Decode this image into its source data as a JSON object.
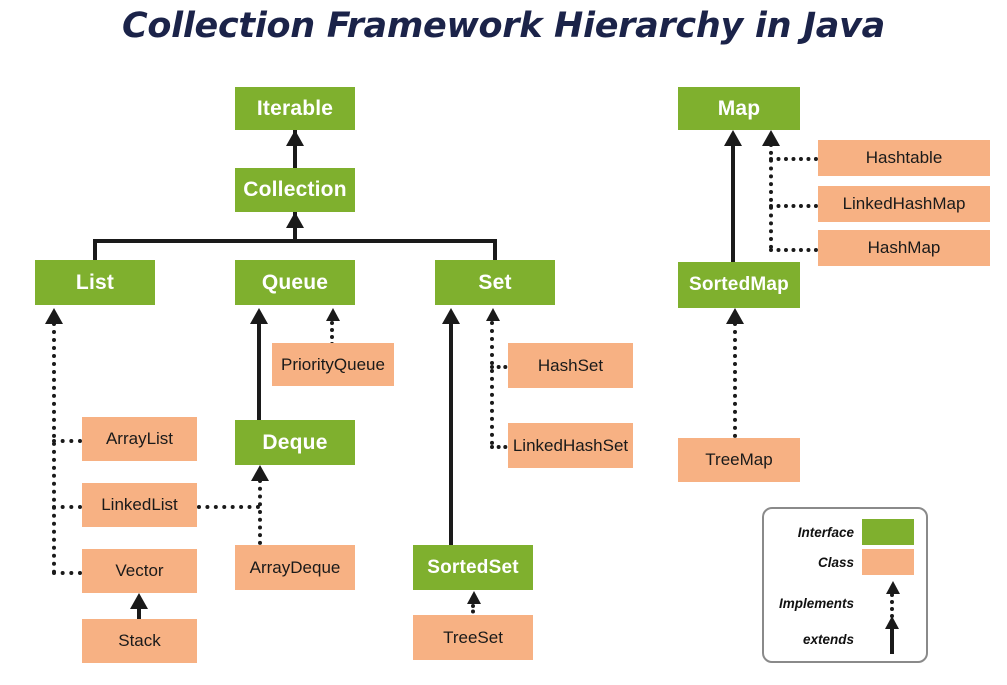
{
  "title": "Collection Framework Hierarchy in Java",
  "colors": {
    "interface": "#7fb02e",
    "class": "#f7b183",
    "title": "#1b2349",
    "line": "#1a1a1a",
    "legend_border": "#8a8a8a",
    "background": "#ffffff"
  },
  "nodes": {
    "iterable": "Iterable",
    "collection": "Collection",
    "list": "List",
    "queue": "Queue",
    "set": "Set",
    "map": "Map",
    "sortedmap": "SortedMap",
    "deque": "Deque",
    "sortedset": "SortedSet",
    "arraylist": "ArrayList",
    "linkedlist": "LinkedList",
    "vector": "Vector",
    "stack": "Stack",
    "priorityqueue": "PriorityQueue",
    "arraydeque": "ArrayDeque",
    "hashset": "HashSet",
    "linkedhashset": "LinkedHashSet",
    "treeset": "TreeSet",
    "hashtable": "Hashtable",
    "linkedhashmap": "LinkedHashMap",
    "hashmap": "HashMap",
    "treemap": "TreeMap"
  },
  "legend": {
    "interface_label": "Interface",
    "class_label": "Class",
    "implements_label": "Implements",
    "extends_label": "extends"
  },
  "chart_data": {
    "type": "diagram",
    "title": "Collection Framework Hierarchy in Java",
    "node_types": {
      "interface": [
        "Iterable",
        "Collection",
        "List",
        "Queue",
        "Set",
        "Deque",
        "SortedSet",
        "Map",
        "SortedMap"
      ],
      "class": [
        "ArrayList",
        "LinkedList",
        "Vector",
        "Stack",
        "PriorityQueue",
        "ArrayDeque",
        "HashSet",
        "LinkedHashSet",
        "TreeSet",
        "Hashtable",
        "LinkedHashMap",
        "HashMap",
        "TreeMap"
      ]
    },
    "edges": [
      {
        "from": "Collection",
        "to": "Iterable",
        "kind": "extends"
      },
      {
        "from": "List",
        "to": "Collection",
        "kind": "extends"
      },
      {
        "from": "Queue",
        "to": "Collection",
        "kind": "extends"
      },
      {
        "from": "Set",
        "to": "Collection",
        "kind": "extends"
      },
      {
        "from": "ArrayList",
        "to": "List",
        "kind": "implements"
      },
      {
        "from": "LinkedList",
        "to": "List",
        "kind": "implements"
      },
      {
        "from": "Vector",
        "to": "List",
        "kind": "implements"
      },
      {
        "from": "Stack",
        "to": "Vector",
        "kind": "extends"
      },
      {
        "from": "PriorityQueue",
        "to": "Queue",
        "kind": "implements"
      },
      {
        "from": "Deque",
        "to": "Queue",
        "kind": "extends"
      },
      {
        "from": "ArrayDeque",
        "to": "Deque",
        "kind": "implements"
      },
      {
        "from": "LinkedList",
        "to": "Deque",
        "kind": "implements"
      },
      {
        "from": "HashSet",
        "to": "Set",
        "kind": "implements"
      },
      {
        "from": "LinkedHashSet",
        "to": "Set",
        "kind": "implements"
      },
      {
        "from": "SortedSet",
        "to": "Set",
        "kind": "extends"
      },
      {
        "from": "TreeSet",
        "to": "SortedSet",
        "kind": "implements"
      },
      {
        "from": "Hashtable",
        "to": "Map",
        "kind": "implements"
      },
      {
        "from": "LinkedHashMap",
        "to": "Map",
        "kind": "implements"
      },
      {
        "from": "HashMap",
        "to": "Map",
        "kind": "implements"
      },
      {
        "from": "SortedMap",
        "to": "Map",
        "kind": "extends"
      },
      {
        "from": "TreeMap",
        "to": "SortedMap",
        "kind": "implements"
      }
    ],
    "legend": [
      {
        "label": "Interface",
        "swatch": "#7fb02e"
      },
      {
        "label": "Class",
        "swatch": "#f7b183"
      },
      {
        "label": "Implements",
        "style": "dotted-arrow"
      },
      {
        "label": "extends",
        "style": "solid-arrow"
      }
    ]
  }
}
